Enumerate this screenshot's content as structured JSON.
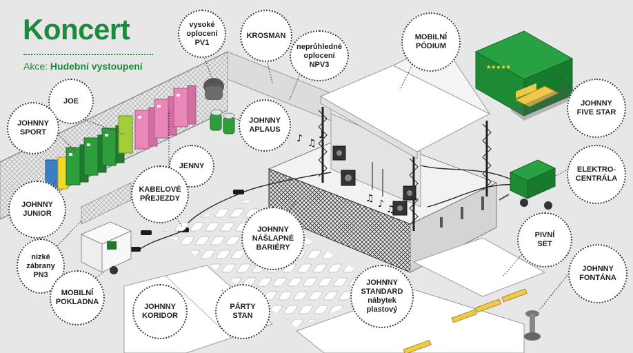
{
  "title": "Koncert",
  "subtitle": {
    "prefix": "Akce: ",
    "event": "Hudební vystoupení"
  },
  "labels": {
    "vysoke_oploceni": "vysoké\noplocení\nPV1",
    "krosman": "KROSMAN",
    "nepruhledne_oploceni": "neprůhledné\noplocení\nNPV3",
    "mobilni_podium": "MOBILNÍ\nPÓDIUM",
    "joe": "JOE",
    "johnny_sport": "JOHNNY\nSPORT",
    "johnny_aplaus": "JOHNNY\nAPLAUS",
    "johnny_five_star": "JOHNNY\nFIVE STAR",
    "jenny": "JENNY",
    "kabelove_prejezdy": "KABELOVÉ\nPŘEJEZDY",
    "elektrocentrala": "ELEKTRO-\nCENTRÁLA",
    "johnny_junior": "JOHNNY\nJUNIOR",
    "johnny_naslapne_bariery": "JOHNNY\nNÁŠLAPNÉ\nBARIÉRY",
    "pivni_set": "PIVNÍ\nSET",
    "nizke_zabrany": "nízké\nzábrany\nPN3",
    "johnny_fontana": "JOHNNY\nFONTÁNA",
    "mobilni_pokladna": "MOBILNÍ\nPOKLADNA",
    "johnny_standard": "JOHNNY\nSTANDARD\nnábytek\nplastový",
    "johnny_koridor": "JOHNNY\nKORIDOR",
    "party_stan": "PÁRTY\nSTAN"
  },
  "colors": {
    "brand_green": "#1d8a3c",
    "toilet_green": "#2e9e3c",
    "toilet_pink": "#e987b8",
    "toilet_blue": "#3a7fc4",
    "toilet_yellow": "#f1d829",
    "lime": "#a3cd3b",
    "background": "#e7e7e7",
    "generator_green": "#1f8a35"
  }
}
